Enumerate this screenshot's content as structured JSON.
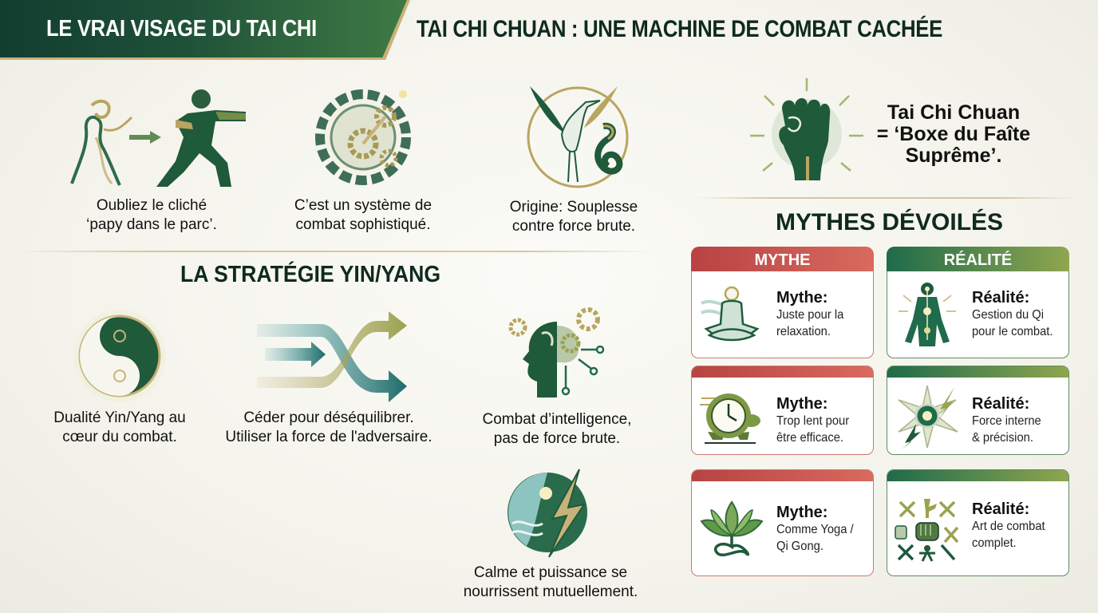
{
  "header": {
    "banner_title": "LE VRAI VISAGE DU TAI CHI",
    "subtitle": "TAI CHI CHUAN : UNE MACHINE DE COMBAT CACHÉE"
  },
  "top_features": [
    {
      "icon": "transformation-figure-icon",
      "line1": "Oubliez le cliché",
      "line2": "‘papy dans le parc’."
    },
    {
      "icon": "gears-system-icon",
      "line1": "C’est un système de",
      "line2": "combat sophistiqué."
    },
    {
      "icon": "crane-snake-icon",
      "line1": "Origine: Souplesse",
      "line2": "contre force brute."
    }
  ],
  "fist_callout": {
    "icon": "raised-fist-icon",
    "line1": "Tai Chi Chuan",
    "line2": "= ‘Boxe du Faîte",
    "line3": "Suprême’."
  },
  "strategy": {
    "title": "LA STRATÉGIE YIN/YANG",
    "items": [
      {
        "icon": "yin-yang-icon",
        "line1": "Dualité Yin/Yang au",
        "line2": "cœur du combat."
      },
      {
        "icon": "crossing-arrows-icon",
        "line1": "Céder pour déséquilibrer.",
        "line2": "Utiliser la force de l'adversaire."
      },
      {
        "icon": "brain-gears-icon",
        "line1": "Combat d’intelligence,",
        "line2": "pas de force brute."
      },
      {
        "icon": "water-lightning-icon",
        "line1": "Calme et puissance se",
        "line2": "nourrissent mutuellement."
      }
    ]
  },
  "myths": {
    "title": "MYTHES DÉVOILÉS",
    "myth_header": "MYTHE",
    "reality_header": "RÉALITÉ",
    "rows": [
      {
        "myth": {
          "icon": "meditation-icon",
          "label": "Mythe:",
          "line1": "Juste pour la",
          "line2": "relaxation."
        },
        "reality": {
          "icon": "qi-body-icon",
          "label": "Réalité:",
          "line1": "Gestion du Qi",
          "line2": "pour le combat."
        }
      },
      {
        "myth": {
          "icon": "clock-turtle-icon",
          "label": "Mythe:",
          "line1": "Trop lent pour",
          "line2": "être efficace."
        },
        "reality": {
          "icon": "energy-burst-icon",
          "label": "Réalité:",
          "line1": "Force interne",
          "line2": "& précision."
        }
      },
      {
        "myth": {
          "icon": "lotus-leaves-icon",
          "label": "Mythe:",
          "line1": "Comme Yoga /",
          "line2": "Qi Gong."
        },
        "reality": {
          "icon": "martial-weapons-icon",
          "label": "Réalité:",
          "line1": "Art de combat",
          "line2": "complet."
        }
      }
    ]
  },
  "colors": {
    "dark_green": "#123d30",
    "mid_green": "#1f6b4b",
    "olive_gold": "#b9a560",
    "myth_red": "#b84343",
    "myth_red_light": "#d86a5e",
    "reality_olive": "#8fa64f",
    "background": "#f3f2ea"
  }
}
